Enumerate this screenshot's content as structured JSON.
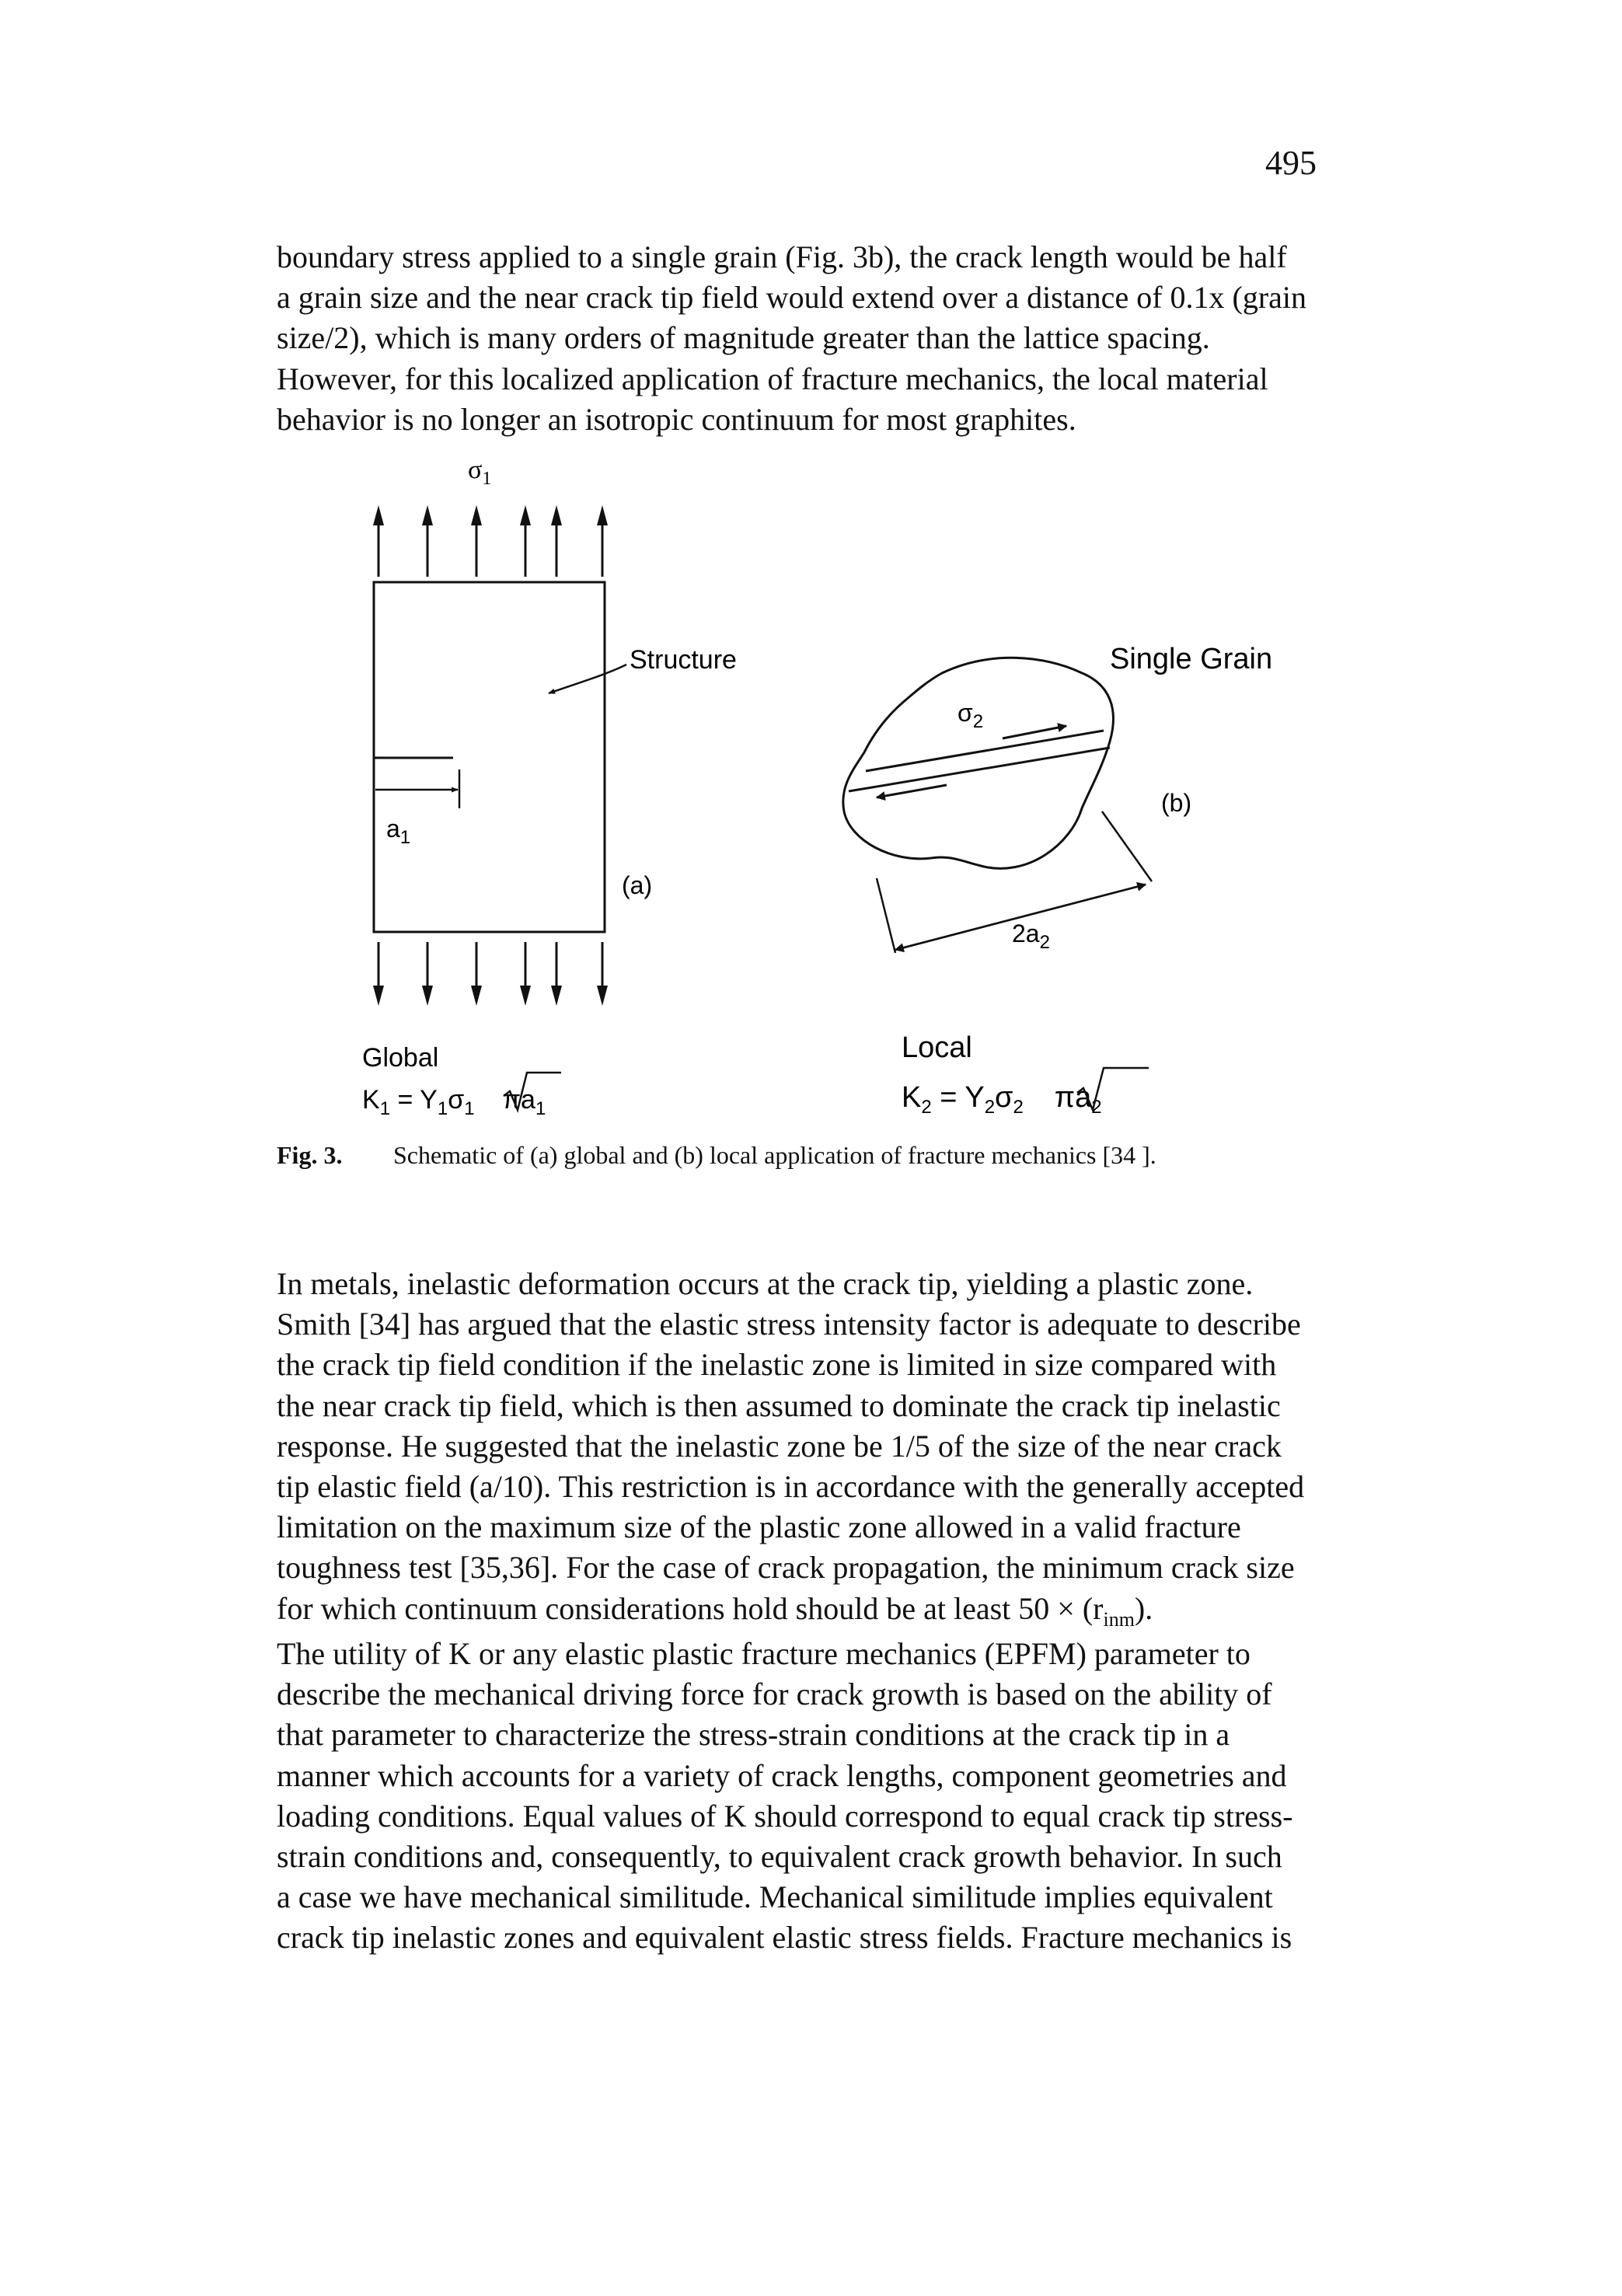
{
  "page_number": "495",
  "paragraph_1": [
    "boundary stress applied to a single grain (Fig. 3b), the crack length would be half",
    "a grain size and the near crack tip field would extend over a distance of 0.1x (grain",
    "size/2), which is many orders of magnitude greater than the lattice spacing.",
    "However, for this localized application of fracture mechanics, the local material",
    "behavior is no longer an isotropic continuum for most graphites."
  ],
  "figure": {
    "sigma_top": "σ",
    "sigma_top_sub": "1",
    "structure_label": "Structure",
    "a1_label": "a",
    "a1_sub": "1",
    "panel_a_label": "(a)",
    "global_label": "Global",
    "global_formula_prefix": "K",
    "global_formula_k_sub": "1",
    "global_formula_eq": " = Y",
    "global_formula_y_sub": "1",
    "global_formula_sigma": "σ",
    "global_formula_sigma_sub": "1",
    "global_formula_root": "πa",
    "global_formula_root_sub": "1",
    "single_grain_label": "Single Grain",
    "sigma2_label": "σ",
    "sigma2_sub": "2",
    "panel_b_label": "(b)",
    "two_a2_label": "2a",
    "two_a2_sub": "2",
    "local_label": "Local",
    "local_formula_prefix": "K",
    "local_formula_k_sub": "2",
    "local_formula_eq": " = Y",
    "local_formula_y_sub": "2",
    "local_formula_sigma": "σ",
    "local_formula_sigma_sub": "2",
    "local_formula_root": "πa",
    "local_formula_root_sub": "2"
  },
  "caption": {
    "label": "Fig. 3.",
    "text": "Schematic of (a) global and (b) local application of fracture mechanics [34 ]."
  },
  "paragraph_2": [
    "In metals, inelastic deformation occurs at the crack tip, yielding a plastic zone.",
    "Smith [34] has argued that the elastic stress intensity factor is adequate to describe",
    "the crack tip field condition if the inelastic zone is limited in size compared with",
    "the near crack tip field, which is then assumed to dominate the crack tip inelastic",
    "response. He suggested that the inelastic zone be 1/5 of the size of the near crack",
    "tip elastic field (a/10). This restriction is in accordance with the generally accepted",
    "limitation on the maximum size of the plastic zone allowed in a valid fracture",
    "toughness test [35,36]. For the case of crack propagation, the minimum crack size"
  ],
  "paragraph_2_last": {
    "before": "for which continuum considerations hold should be at least 50 × (r",
    "sub": "inm",
    "after": ")."
  },
  "paragraph_3": [
    "The utility of K or any elastic plastic fracture mechanics (EPFM) parameter to",
    "describe the mechanical driving force for crack growth is based on the ability of",
    "that parameter to characterize the stress-strain conditions at the crack tip in a",
    "manner which accounts for a variety of crack lengths, component geometries and",
    "loading conditions. Equal values of K should correspond to equal crack tip stress-",
    "strain conditions and, consequently, to equivalent crack growth behavior. In such",
    "a case we have mechanical similitude. Mechanical similitude implies equivalent",
    "crack tip inelastic zones and equivalent elastic stress fields. Fracture mechanics is"
  ]
}
